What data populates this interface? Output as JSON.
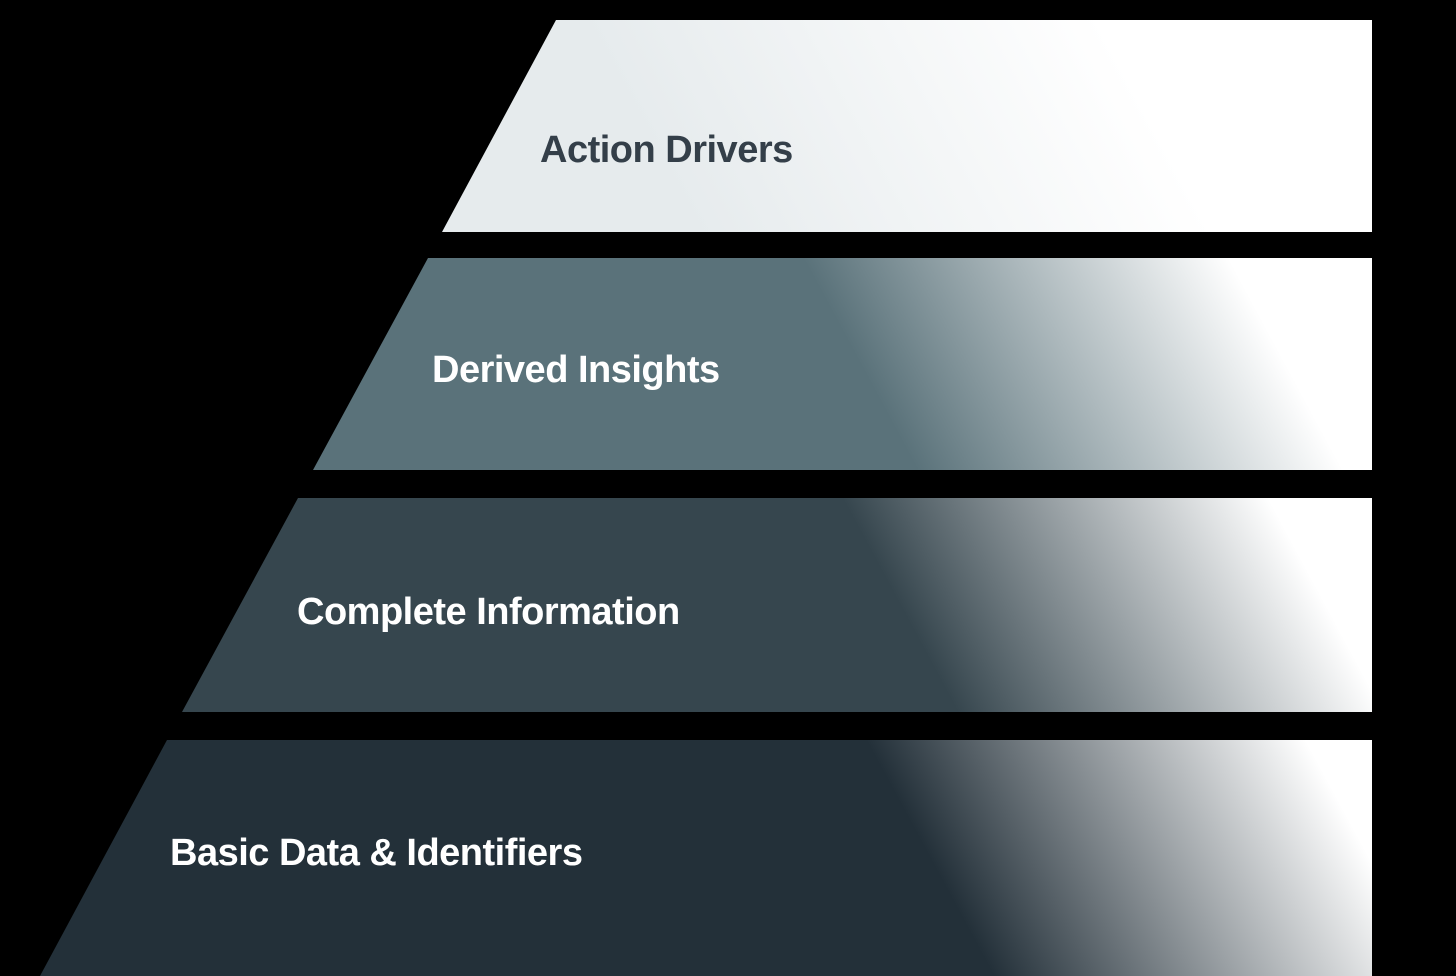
{
  "diagram": {
    "type": "pyramid",
    "orientation": "top-to-bottom",
    "background_color": "#000000",
    "fade_to": "#ffffff",
    "levels": [
      {
        "rank": 1,
        "label": "Action Drivers",
        "color": "#e6ebed",
        "text_color": "#343f49"
      },
      {
        "rank": 2,
        "label": "Derived Insights",
        "color": "#5a727a",
        "text_color": "#ffffff"
      },
      {
        "rank": 3,
        "label": "Complete Information",
        "color": "#36464e",
        "text_color": "#ffffff"
      },
      {
        "rank": 4,
        "label": "Basic Data & Identifiers",
        "color": "#233039",
        "text_color": "#ffffff"
      }
    ]
  }
}
